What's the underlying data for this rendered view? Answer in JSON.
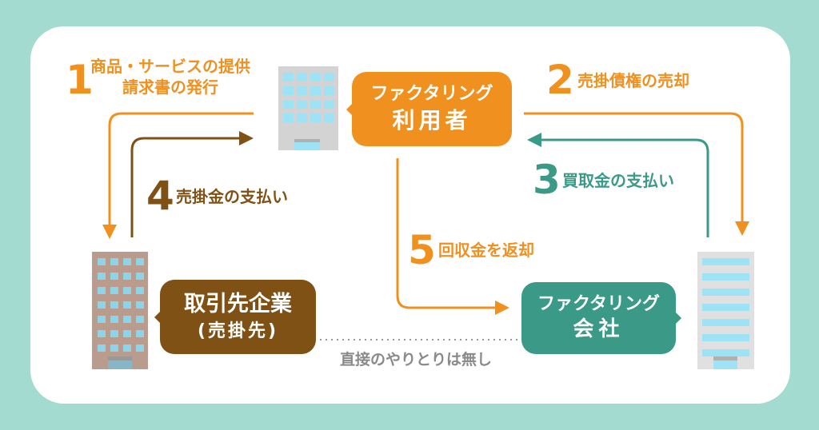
{
  "colors": {
    "orange": "#f0901e",
    "brown": "#7f5114",
    "teal": "#3a9a87",
    "gray_text": "#8a8a8a"
  },
  "nodes": {
    "user": {
      "line1": "ファクタリング",
      "line2": "利用者"
    },
    "client": {
      "line1": "取引先企業",
      "line2": "(売掛先)"
    },
    "company": {
      "line1": "ファクタリング",
      "line2": "会社"
    }
  },
  "steps": [
    {
      "num": "1",
      "line1": "商品・サービスの提供",
      "line2": "請求書の発行"
    },
    {
      "num": "2",
      "line1": "売掛債権の売却"
    },
    {
      "num": "3",
      "line1": "買取金の支払い"
    },
    {
      "num": "4",
      "line1": "売掛金の支払い"
    },
    {
      "num": "5",
      "line1": "回収金を返却"
    }
  ],
  "note": "直接のやりとりは無し"
}
